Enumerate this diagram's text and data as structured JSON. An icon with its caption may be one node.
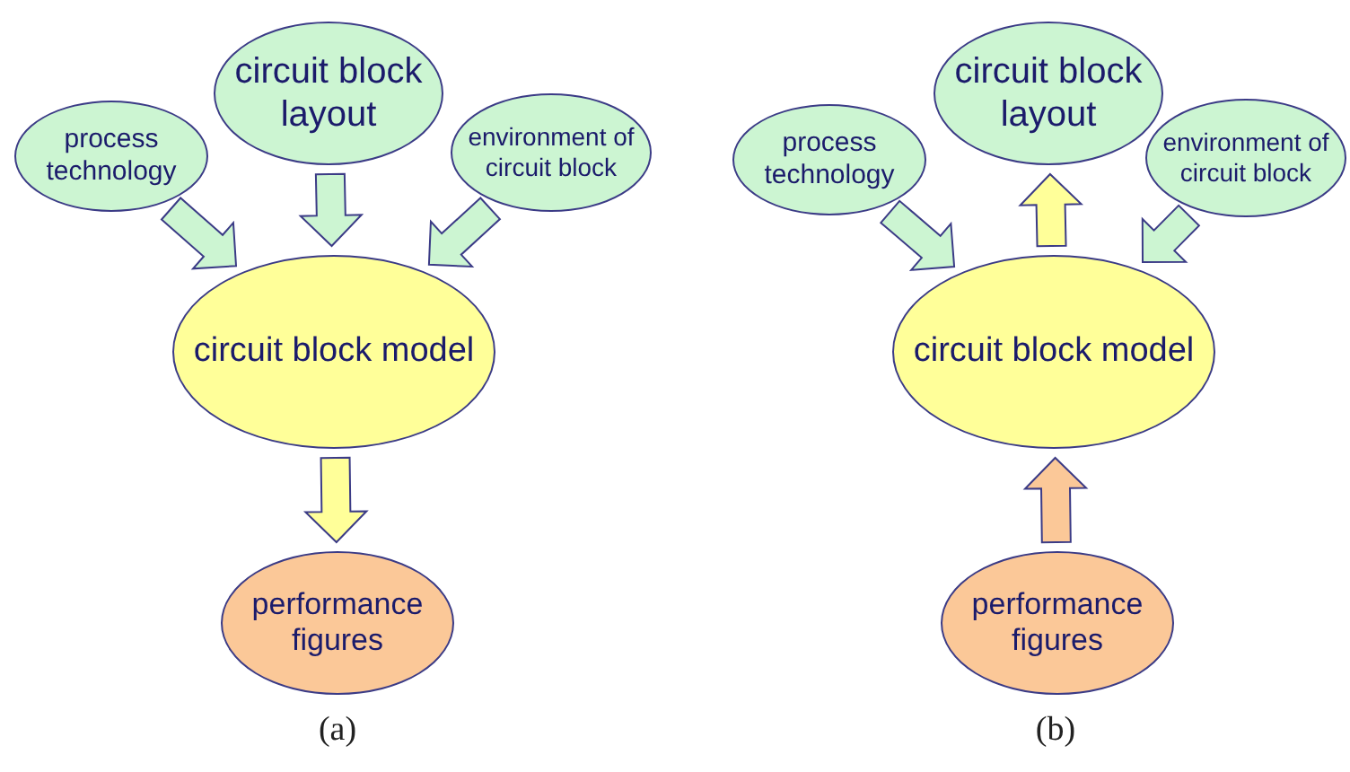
{
  "diagram": {
    "nodes": [
      {
        "text": [
          "process technology"
        ]
      },
      {
        "text": [
          "circuit block layout"
        ]
      },
      {
        "text": [
          "environment of circuit block"
        ]
      },
      {
        "text": [
          "circuit block model"
        ]
      },
      {
        "text": [
          "performance figures"
        ]
      },
      {
        "text": [
          "process technology"
        ]
      },
      {
        "text": [
          "circuit block layout"
        ]
      },
      {
        "text": [
          "environment of circuit block"
        ]
      },
      {
        "text": [
          "circuit block model"
        ]
      },
      {
        "text": [
          "performance figures"
        ]
      }
    ],
    "edges": [
      {
        "from": 0,
        "to": 3,
        "arrow": "to"
      },
      {
        "from": 1,
        "to": 3,
        "arrow": "to"
      },
      {
        "from": 2,
        "to": 3,
        "arrow": "to"
      },
      {
        "from": 3,
        "to": 4,
        "arrow": "to",
        "color": "#ffff99"
      },
      {
        "from": 5,
        "to": 8,
        "arrow": "to"
      },
      {
        "from": 8,
        "to": 6,
        "arrow": "to",
        "color": "#ffff99"
      },
      {
        "from": 7,
        "to": 8,
        "arrow": "to"
      },
      {
        "from": 9,
        "to": 8,
        "arrow": "to",
        "color": "#fbc898"
      }
    ],
    "labels": [
      "(a)",
      "(b)"
    ]
  }
}
